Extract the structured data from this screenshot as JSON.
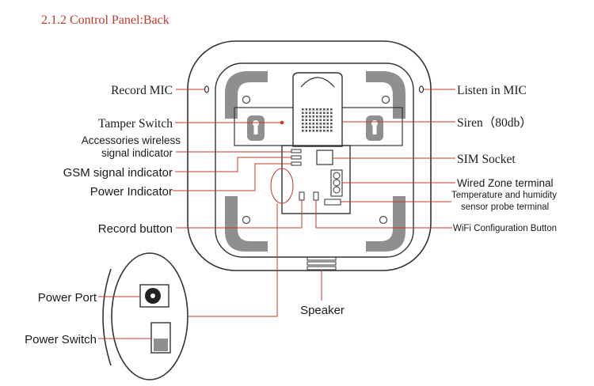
{
  "section_title": "2.1.2 Control Panel:Back",
  "colors": {
    "leader": "#c0392b",
    "title": "#c0392b",
    "outline": "#333333",
    "shade": "#8f8f8f",
    "text": "#1a1a1a"
  },
  "labels": {
    "record_mic": "Record MIC",
    "tamper_switch": "Tamper Switch",
    "accessories_signal_line1": "Accessories wireless",
    "accessories_signal_line2": "signal indicator",
    "gsm_signal": "GSM signal indicator",
    "power_indicator": "Power Indicator",
    "record_button": "Record button",
    "power_port": "Power Port",
    "power_switch": "Power Switch",
    "listen_in_mic": "Listen in MIC",
    "siren": "Siren（80db）",
    "sim_socket": "SIM Socket",
    "wired_zone": "Wired Zone terminal",
    "temp_probe_line1": "Temperature and humidity",
    "temp_probe_line2": "sensor probe terminal",
    "wifi_button": "WiFi Configuration Button",
    "speaker": "Speaker"
  }
}
